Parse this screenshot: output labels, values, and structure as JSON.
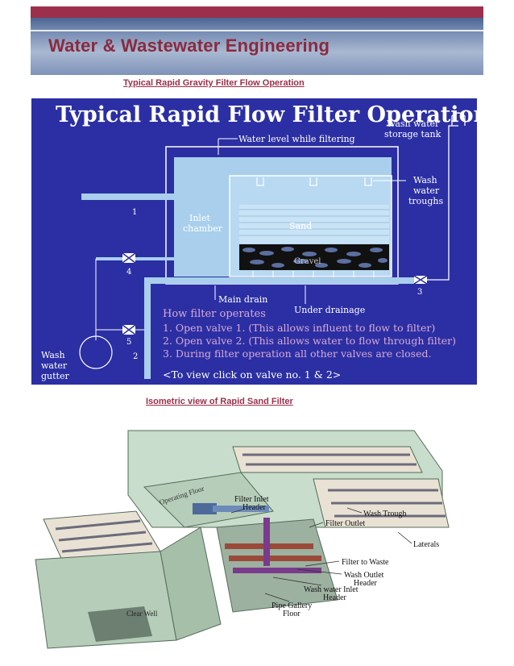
{
  "header": {
    "title": "Water & Wastewater Engineering",
    "colors": {
      "band": "#9c2f4a",
      "gradient_top": "#4b6391",
      "title_text": "#8a2a3e"
    }
  },
  "figure1": {
    "caption": "Typical Rapid Gravity Filter Flow Operation",
    "title": "Typical Rapid Flow Filter Operation",
    "labels": {
      "water_level": "Water level while filtering",
      "wash_tank": "Wash water",
      "wash_tank2": "storage tank",
      "wash_troughs_1": "Wash",
      "wash_troughs_2": "water",
      "wash_troughs_3": "troughs",
      "inlet_1": "Inlet",
      "inlet_2": "chamber",
      "sand": "Sand",
      "gravel": "Gravel",
      "main_drain": "Main drain",
      "under_drainage": "Under drainage",
      "gutter_1": "Wash",
      "gutter_2": "water",
      "gutter_3": "gutter",
      "valve_1": "1",
      "valve_2": "2",
      "valve_3": "3",
      "valve_4": "4",
      "valve_5": "5"
    },
    "instructions": {
      "heading": "How filter operates",
      "step1": "1. Open valve 1. (This allows influent to flow to filter)",
      "step2": "2. Open valve 2. (This allows water to flow through filter)",
      "step3": "3. During filter operation all other valves are closed.",
      "hint": "<To view click on valve no. 1  & 2>"
    },
    "colors": {
      "background": "#2b2fa3",
      "water": "#a9cfec",
      "text": "#ffffff",
      "title": "#ffffff"
    }
  },
  "figure2": {
    "caption": "Isometric view of Rapid Sand Filter",
    "labels": {
      "operating_floor": "Operating Floor",
      "filter_inlet_1": "Filter Inlet",
      "filter_inlet_2": "Header",
      "wash_trough": "Wash Trough",
      "filter_outlet": "Filter Outlet",
      "laterals": "Laterals",
      "filter_to_waste": "Filter to Waste",
      "wash_outlet_1": "Wash Outlet",
      "wash_outlet_2": "Header",
      "wash_inlet_1": "Wash water Inlet",
      "wash_inlet_2": "Header",
      "pipe_gallery_1": "Pipe Gallery",
      "pipe_gallery_2": "Floor",
      "clear_well": "Clear Well"
    },
    "colors": {
      "concrete": "#b5cdb9",
      "sand": "#e9e2d4",
      "pipe_purple": "#7a3b8c",
      "pipe_red": "#9b4a3a"
    }
  }
}
